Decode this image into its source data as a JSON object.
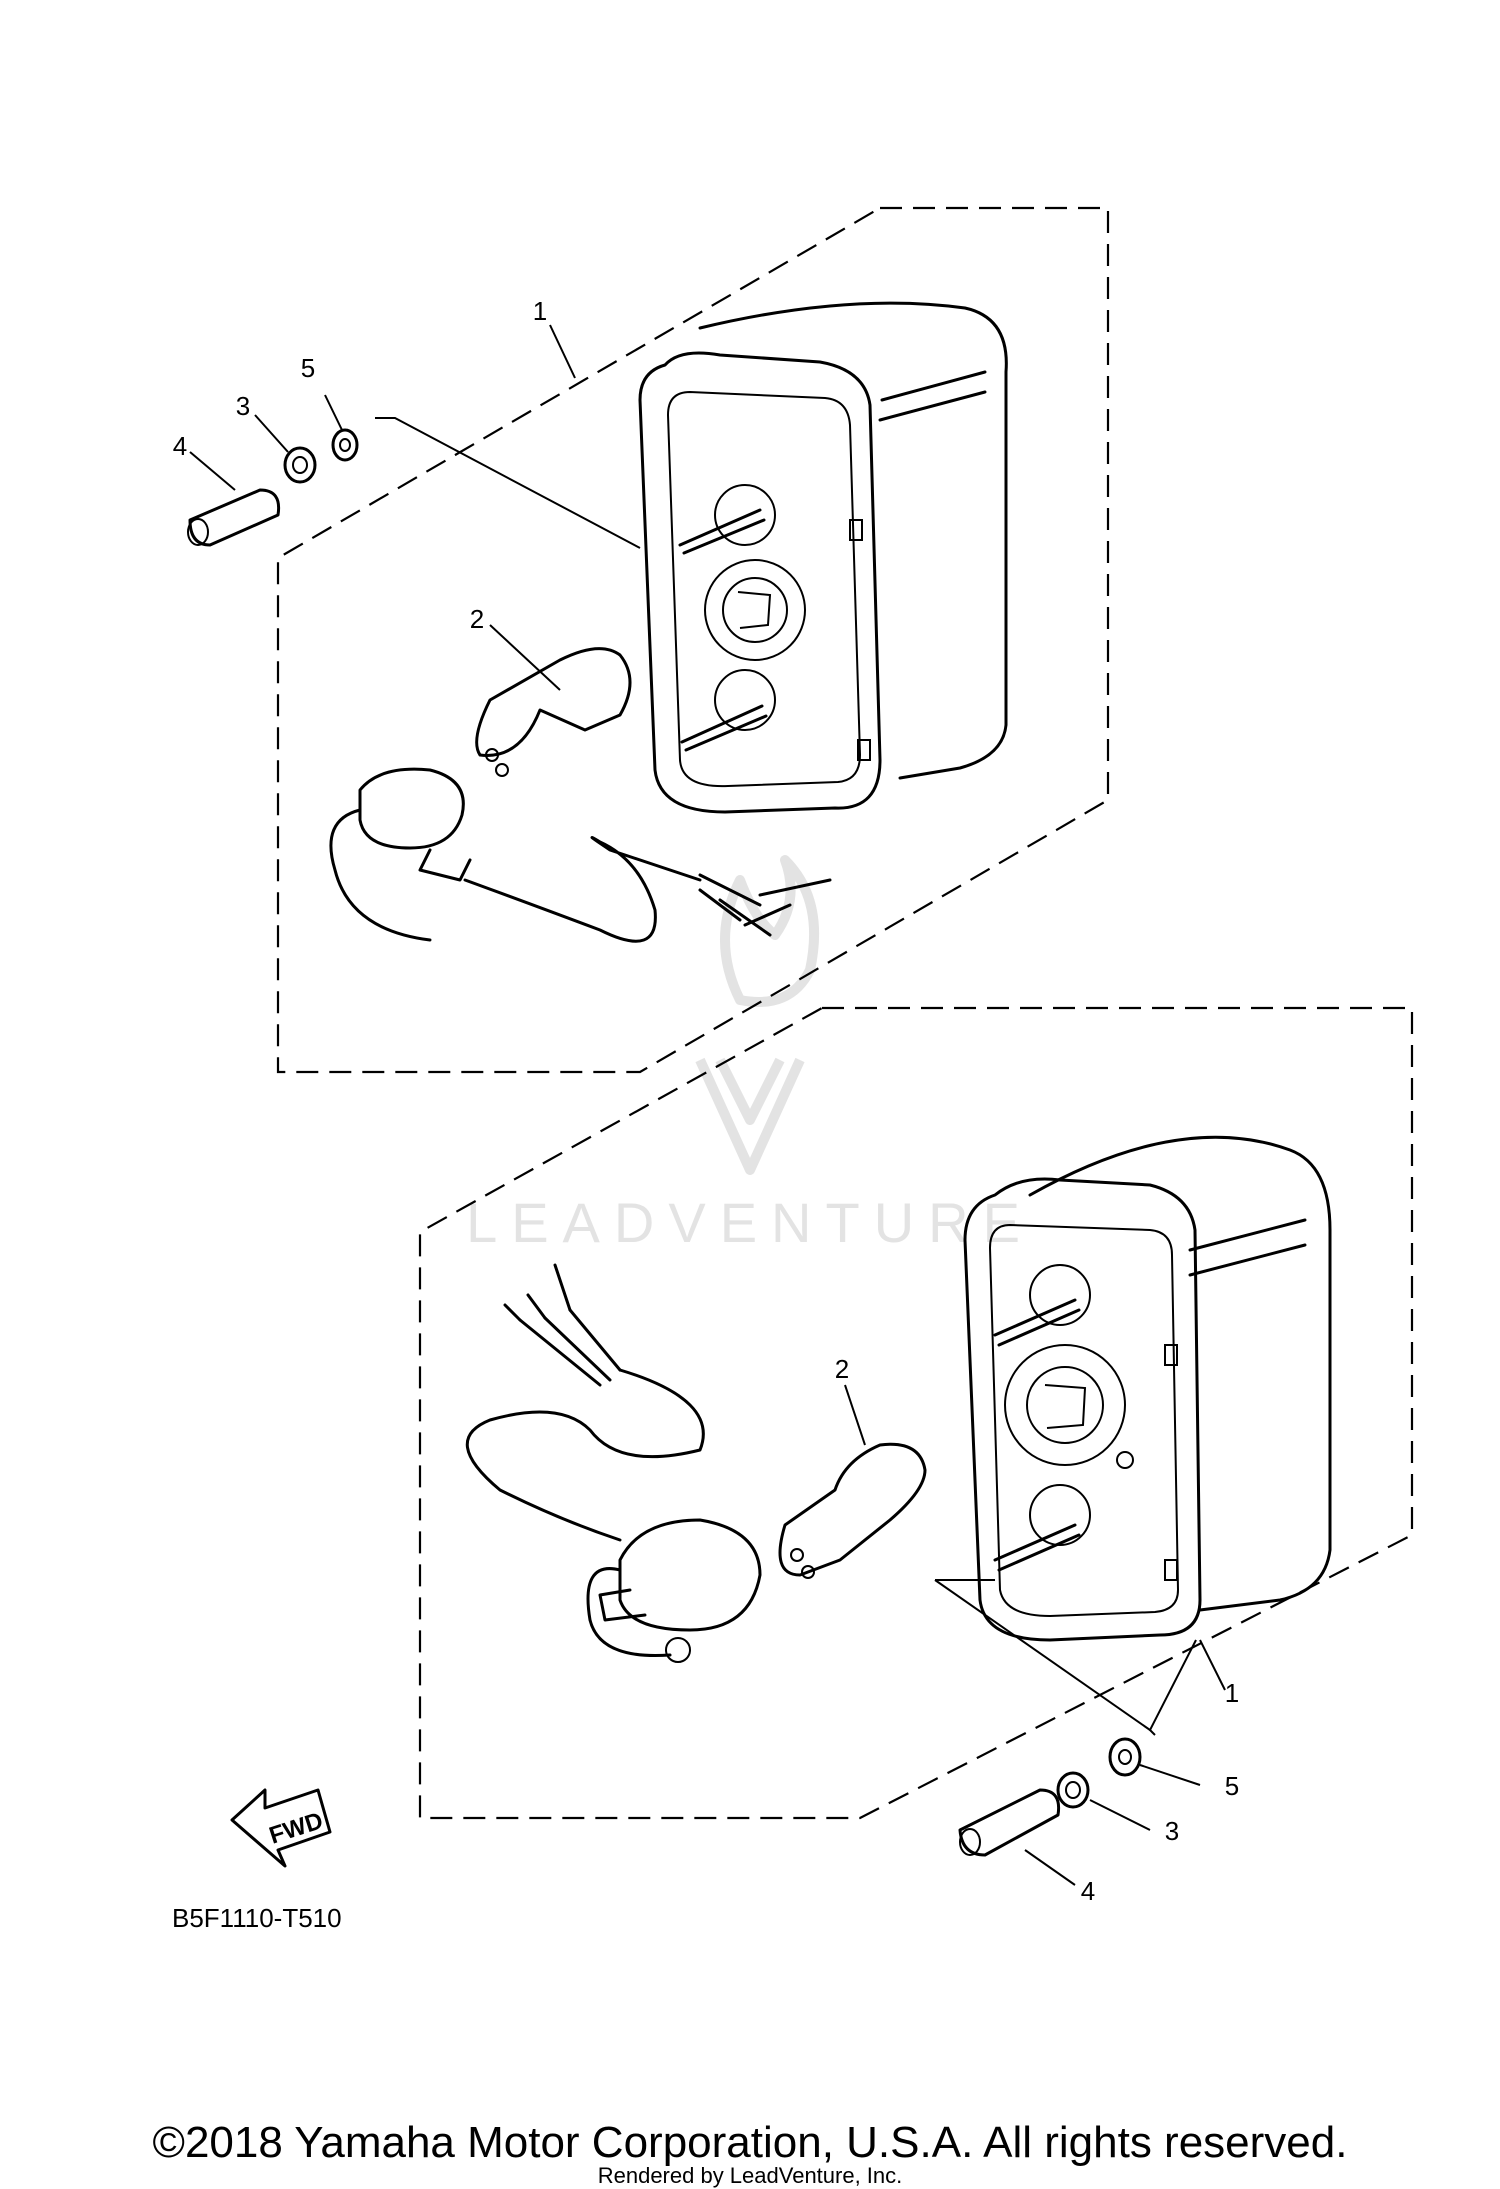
{
  "diagram": {
    "code": "B5F1110-T510",
    "fwd_label": "FWD",
    "watermark": "LEADVENTURE",
    "assemblies": [
      {
        "name": "upper",
        "callouts": [
          "1",
          "2",
          "3",
          "4",
          "5"
        ]
      },
      {
        "name": "lower",
        "callouts": [
          "1",
          "2",
          "3",
          "4",
          "5"
        ]
      }
    ]
  },
  "footer": {
    "copyright": "©2018 Yamaha Motor Corporation, U.S.A. All rights reserved.",
    "rendered_by": "Rendered by LeadVenture, Inc."
  }
}
